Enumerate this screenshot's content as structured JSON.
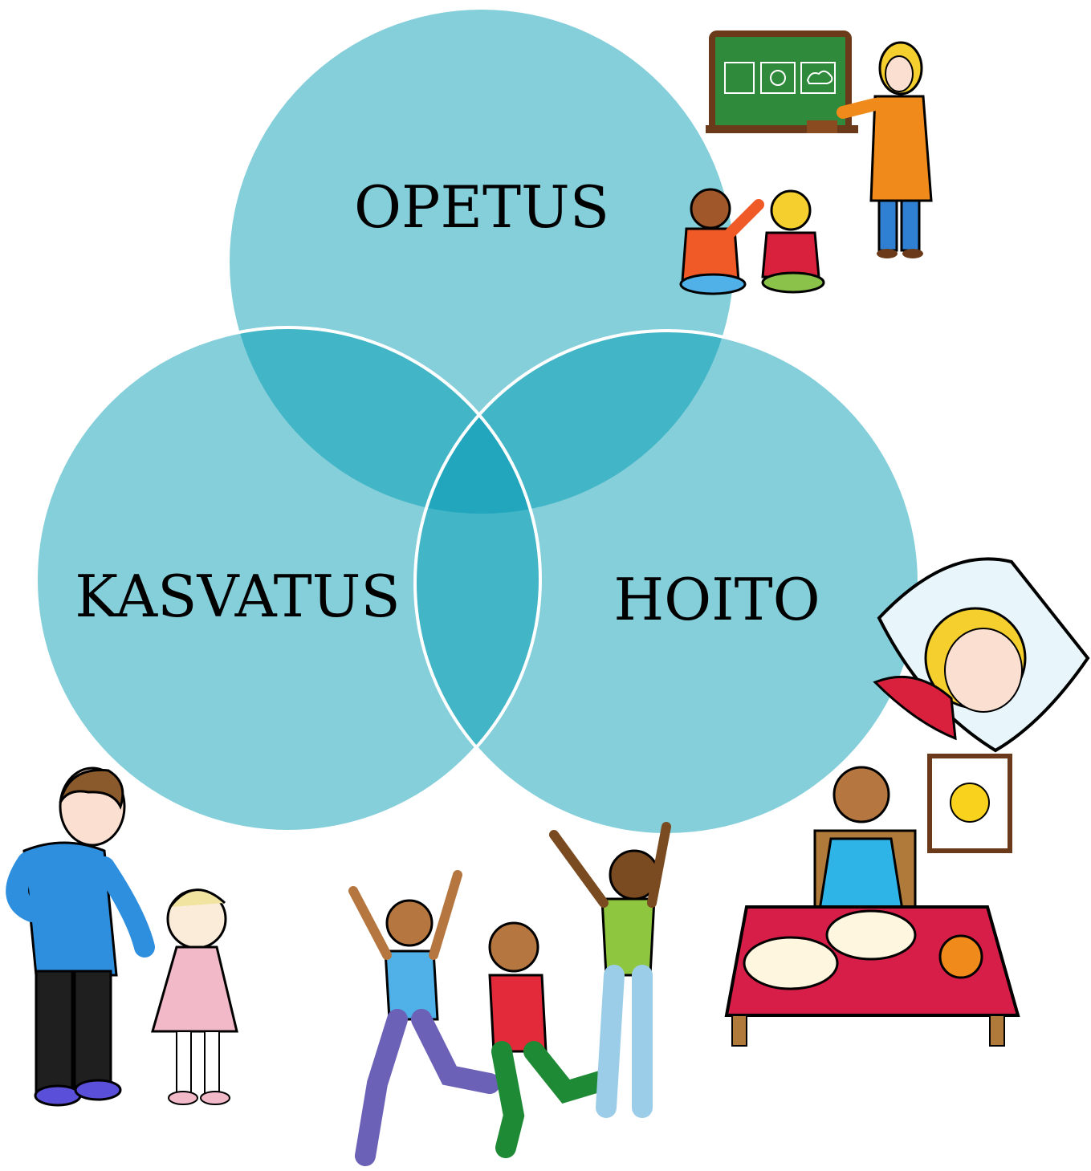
{
  "diagram": {
    "type": "venn",
    "sets": [
      {
        "id": "opetus",
        "label": "OPETUS"
      },
      {
        "id": "kasvatus",
        "label": "KASVATUS"
      },
      {
        "id": "hoito",
        "label": "HOITO"
      }
    ]
  },
  "colors": {
    "circle": "#84cfda",
    "overlap_two": "#42b5c7",
    "overlap_three": "#21a6bd",
    "outline": "#ffffff"
  }
}
